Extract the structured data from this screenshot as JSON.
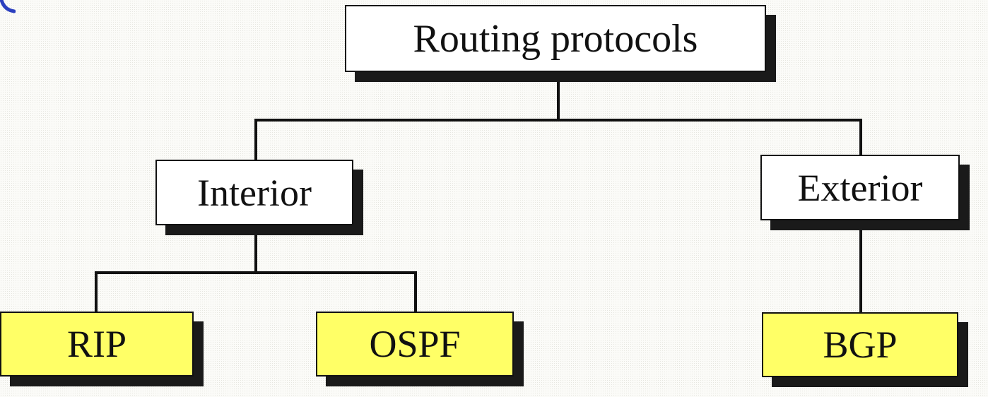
{
  "diagram": {
    "type": "tree",
    "root": {
      "label": "Routing protocols",
      "children": [
        "interior",
        "exterior"
      ]
    },
    "interior": {
      "label": "Interior",
      "children": [
        "rip",
        "ospf"
      ]
    },
    "exterior": {
      "label": "Exterior",
      "children": [
        "bgp"
      ]
    },
    "rip": {
      "label": "RIP"
    },
    "ospf": {
      "label": "OSPF"
    },
    "bgp": {
      "label": "BGP"
    }
  },
  "colors": {
    "category_fill": "#ffffff",
    "protocol_fill": "#ffff66",
    "border": "#111111",
    "shadow": "#1a1a1a",
    "accent": "#2b3fbf"
  }
}
